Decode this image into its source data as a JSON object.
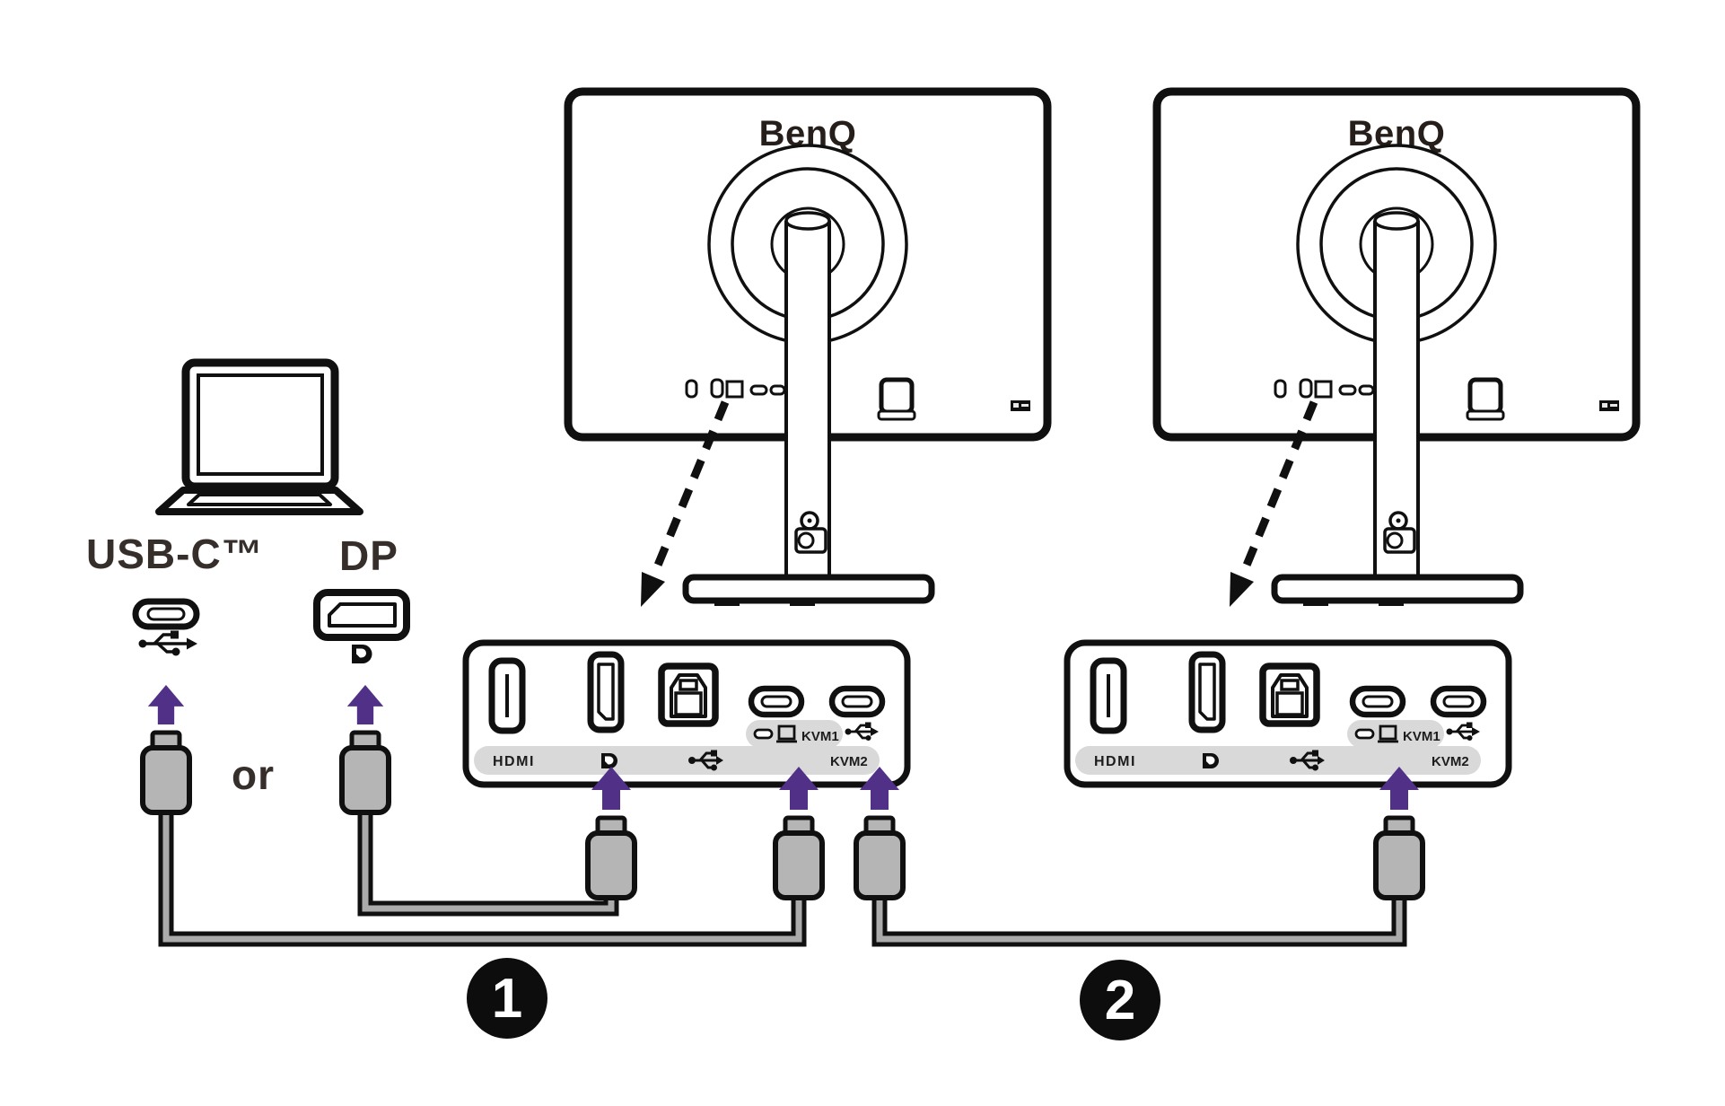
{
  "colors": {
    "accent_purple": "#503187",
    "outline_ink": "#101010",
    "panel_gray": "#d9d9d9",
    "plug_gray": "#b5b5b5",
    "cable_gray": "#ababab",
    "text_dark": "#352e2b",
    "logo_ink": "#251e1a"
  },
  "labels": {
    "usb_c_cable": "USB-C™",
    "dp_cable": "DP",
    "or_text": "or"
  },
  "monitors": [
    {
      "logo": "BenQ"
    },
    {
      "logo": "BenQ"
    }
  ],
  "panels": [
    {
      "hdmi_label": "HDMI",
      "kvm1_label": "KVM1",
      "kvm2_label": "KVM2"
    },
    {
      "hdmi_label": "HDMI",
      "kvm1_label": "KVM1",
      "kvm2_label": "KVM2"
    }
  ],
  "steps": [
    {
      "number": "1"
    },
    {
      "number": "2"
    }
  ],
  "icons": {
    "laptop-icon": "open laptop outline",
    "usb-c-plug-icon": "stadium connector outline",
    "usb-icon": "USB trident",
    "dp-plug-icon": "DisplayPort connector outline",
    "displayport-logo-icon": "D with white P",
    "hdmi-port-icon": "vertical HDMI socket",
    "dp-port-icon": "vertical DisplayPort socket",
    "usb-b-port-icon": "square USB-B socket",
    "usb-c-port-icon": "oval USB-C socket",
    "kvm-computer-icon": "display glyph",
    "up-arrow-icon": "solid purple block arrow",
    "dashed-arrow-icon": "dashed arrow to zoomed panel",
    "cable-clip-icon": "stand cable clip",
    "regulatory-sticker": "small dark label"
  }
}
